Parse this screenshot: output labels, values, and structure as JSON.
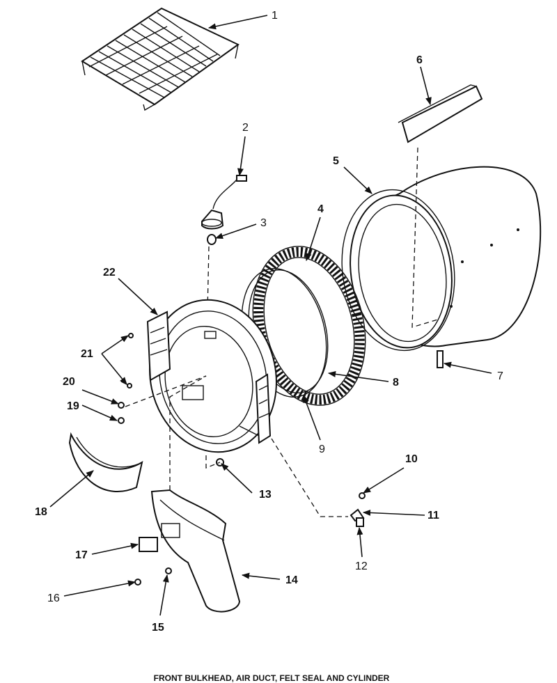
{
  "callouts": [
    {
      "id": "1",
      "label": "1"
    },
    {
      "id": "2",
      "label": "2"
    },
    {
      "id": "3",
      "label": "3"
    },
    {
      "id": "4",
      "label": "4"
    },
    {
      "id": "5",
      "label": "5"
    },
    {
      "id": "6",
      "label": "6"
    },
    {
      "id": "7",
      "label": "7"
    },
    {
      "id": "8",
      "label": "8"
    },
    {
      "id": "9",
      "label": "9"
    },
    {
      "id": "10",
      "label": "10"
    },
    {
      "id": "11",
      "label": "11"
    },
    {
      "id": "12",
      "label": "12"
    },
    {
      "id": "13",
      "label": "13"
    },
    {
      "id": "14",
      "label": "14"
    },
    {
      "id": "15",
      "label": "15"
    },
    {
      "id": "16",
      "label": "16"
    },
    {
      "id": "17",
      "label": "17"
    },
    {
      "id": "18",
      "label": "18"
    },
    {
      "id": "19",
      "label": "19"
    },
    {
      "id": "20",
      "label": "20"
    },
    {
      "id": "21",
      "label": "21"
    },
    {
      "id": "22",
      "label": "22"
    }
  ],
  "caption": "FRONT BULKHEAD, AIR DUCT, FELT SEAL AND CYLINDER"
}
